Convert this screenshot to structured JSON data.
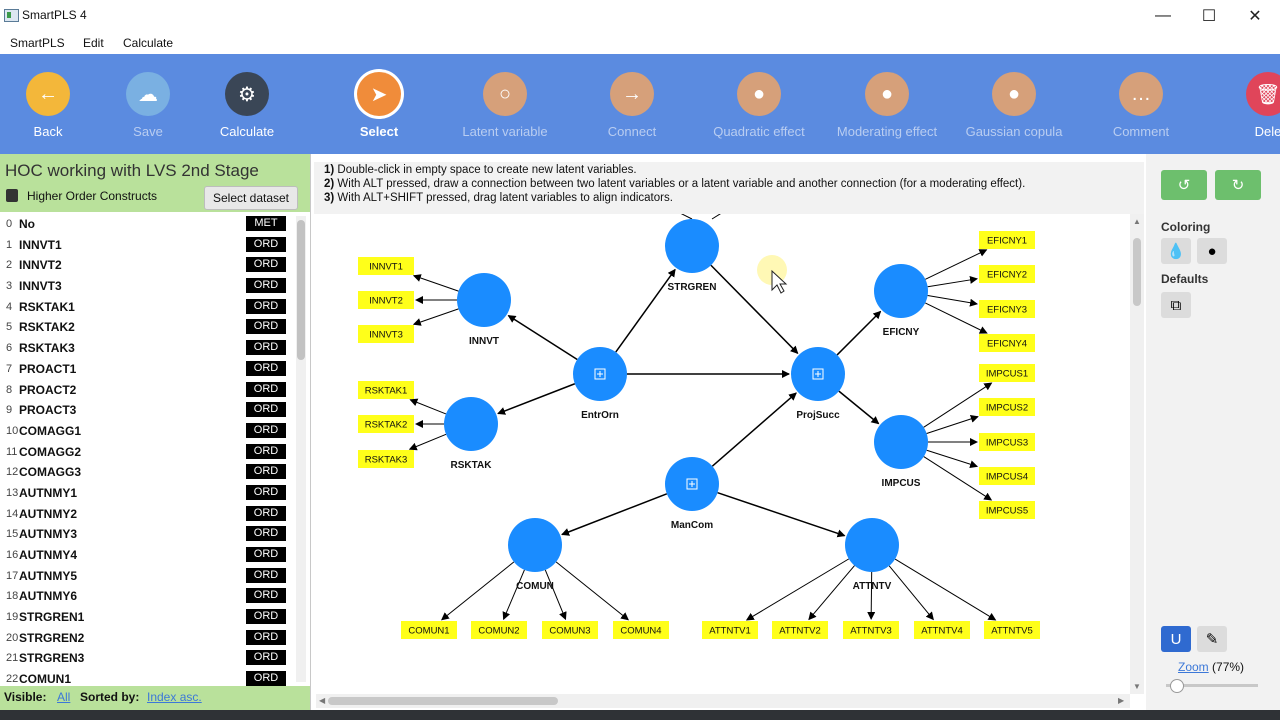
{
  "window": {
    "title": "SmartPLS 4"
  },
  "menu": [
    "SmartPLS",
    "Edit",
    "Calculate"
  ],
  "toolbar": [
    {
      "label": "Back",
      "icon": "back-arrow-icon",
      "glyph": "←",
      "color": "#f3b73a",
      "state": "enabled"
    },
    {
      "label": "Save",
      "icon": "cloud-upload-icon",
      "glyph": "☁",
      "color": "#7ab0e2",
      "state": "disabled"
    },
    {
      "label": "Calculate",
      "icon": "gear-icon",
      "glyph": "⚙",
      "color": "#3a4656",
      "state": "enabled"
    },
    {
      "label": "Select",
      "icon": "cursor-icon",
      "glyph": "➤",
      "color": "#f08c3a",
      "state": "active"
    },
    {
      "label": "Latent variable",
      "icon": "circle-icon",
      "glyph": "○",
      "color": "#d6a07a",
      "state": "disabled"
    },
    {
      "label": "Connect",
      "icon": "arrow-right-icon",
      "glyph": "→",
      "color": "#d6a07a",
      "state": "disabled"
    },
    {
      "label": "Quadratic effect",
      "icon": "person-icon",
      "glyph": "●",
      "color": "#d6a07a",
      "state": "disabled"
    },
    {
      "label": "Moderating effect",
      "icon": "person-icon",
      "glyph": "●",
      "color": "#d6a07a",
      "state": "disabled"
    },
    {
      "label": "Gaussian copula",
      "icon": "group-icon",
      "glyph": "●",
      "color": "#d6a07a",
      "state": "disabled"
    },
    {
      "label": "Comment",
      "icon": "comment-icon",
      "glyph": "…",
      "color": "#d6a07a",
      "state": "disabled"
    },
    {
      "label": "Dele",
      "icon": "trash-icon",
      "glyph": "🗑",
      "color": "#e0455a",
      "state": "enabled"
    }
  ],
  "left_panel": {
    "title": "HOC working with LVS 2nd Stage",
    "subtitle": "Higher Order Constructs",
    "select_dataset": "Select dataset",
    "indicators": [
      {
        "idx": "0",
        "name": "No",
        "type": "MET"
      },
      {
        "idx": "1",
        "name": "INNVT1",
        "type": "ORD"
      },
      {
        "idx": "2",
        "name": "INNVT2",
        "type": "ORD"
      },
      {
        "idx": "3",
        "name": "INNVT3",
        "type": "ORD"
      },
      {
        "idx": "4",
        "name": "RSKTAK1",
        "type": "ORD"
      },
      {
        "idx": "5",
        "name": "RSKTAK2",
        "type": "ORD"
      },
      {
        "idx": "6",
        "name": "RSKTAK3",
        "type": "ORD"
      },
      {
        "idx": "7",
        "name": "PROACT1",
        "type": "ORD"
      },
      {
        "idx": "8",
        "name": "PROACT2",
        "type": "ORD"
      },
      {
        "idx": "9",
        "name": "PROACT3",
        "type": "ORD"
      },
      {
        "idx": "10",
        "name": "COMAGG1",
        "type": "ORD"
      },
      {
        "idx": "11",
        "name": "COMAGG2",
        "type": "ORD"
      },
      {
        "idx": "12",
        "name": "COMAGG3",
        "type": "ORD"
      },
      {
        "idx": "13",
        "name": "AUTNMY1",
        "type": "ORD"
      },
      {
        "idx": "14",
        "name": "AUTNMY2",
        "type": "ORD"
      },
      {
        "idx": "15",
        "name": "AUTNMY3",
        "type": "ORD"
      },
      {
        "idx": "16",
        "name": "AUTNMY4",
        "type": "ORD"
      },
      {
        "idx": "17",
        "name": "AUTNMY5",
        "type": "ORD"
      },
      {
        "idx": "18",
        "name": "AUTNMY6",
        "type": "ORD"
      },
      {
        "idx": "19",
        "name": "STRGREN1",
        "type": "ORD"
      },
      {
        "idx": "20",
        "name": "STRGREN2",
        "type": "ORD"
      },
      {
        "idx": "21",
        "name": "STRGREN3",
        "type": "ORD"
      },
      {
        "idx": "22",
        "name": "COMUN1",
        "type": "ORD"
      }
    ],
    "footer": {
      "visible_label": "Visible:",
      "visible_value": "All",
      "sorted_label": "Sorted by:",
      "sorted_value": "Index asc."
    }
  },
  "instructions": [
    {
      "num": "1)",
      "text": " Double-click in empty space to create new latent variables."
    },
    {
      "num": "2)",
      "text": " With ALT pressed, draw a connection between two latent variables or a latent variable and another connection (for a moderating effect)."
    },
    {
      "num": "3)",
      "text": " With ALT+SHIFT pressed, drag latent variables to align indicators."
    }
  ],
  "model": {
    "constructs": [
      {
        "id": "STRGREN",
        "label": "STRGREN",
        "higher_order": false
      },
      {
        "id": "INNVT",
        "label": "INNVT",
        "higher_order": false
      },
      {
        "id": "EntrOrn",
        "label": "EntrOrn",
        "higher_order": true
      },
      {
        "id": "RSKTAK",
        "label": "RSKTAK",
        "higher_order": false
      },
      {
        "id": "ProjSucc",
        "label": "ProjSucc",
        "higher_order": true
      },
      {
        "id": "EFICNY",
        "label": "EFICNY",
        "higher_order": false
      },
      {
        "id": "IMPCUS",
        "label": "IMPCUS",
        "higher_order": false
      },
      {
        "id": "ManCom",
        "label": "ManCom",
        "higher_order": true
      },
      {
        "id": "COMUN",
        "label": "COMUN",
        "higher_order": false
      },
      {
        "id": "ATTNTV",
        "label": "ATTNTV",
        "higher_order": false
      }
    ],
    "indicators": [
      {
        "label": "INNVT1",
        "construct": "INNVT"
      },
      {
        "label": "INNVT2",
        "construct": "INNVT"
      },
      {
        "label": "INNVT3",
        "construct": "INNVT"
      },
      {
        "label": "RSKTAK1",
        "construct": "RSKTAK"
      },
      {
        "label": "RSKTAK2",
        "construct": "RSKTAK"
      },
      {
        "label": "RSKTAK3",
        "construct": "RSKTAK"
      },
      {
        "label": "EFICNY1",
        "construct": "EFICNY"
      },
      {
        "label": "EFICNY2",
        "construct": "EFICNY"
      },
      {
        "label": "EFICNY3",
        "construct": "EFICNY"
      },
      {
        "label": "EFICNY4",
        "construct": "EFICNY"
      },
      {
        "label": "IMPCUS1",
        "construct": "IMPCUS"
      },
      {
        "label": "IMPCUS2",
        "construct": "IMPCUS"
      },
      {
        "label": "IMPCUS3",
        "construct": "IMPCUS"
      },
      {
        "label": "IMPCUS4",
        "construct": "IMPCUS"
      },
      {
        "label": "IMPCUS5",
        "construct": "IMPCUS"
      },
      {
        "label": "COMUN1",
        "construct": "COMUN"
      },
      {
        "label": "COMUN2",
        "construct": "COMUN"
      },
      {
        "label": "COMUN3",
        "construct": "COMUN"
      },
      {
        "label": "COMUN4",
        "construct": "COMUN"
      },
      {
        "label": "ATTNTV1",
        "construct": "ATTNTV"
      },
      {
        "label": "ATTNTV2",
        "construct": "ATTNTV"
      },
      {
        "label": "ATTNTV3",
        "construct": "ATTNTV"
      },
      {
        "label": "ATTNTV4",
        "construct": "ATTNTV"
      },
      {
        "label": "ATTNTV5",
        "construct": "ATTNTV"
      }
    ],
    "paths": [
      {
        "from": "EntrOrn",
        "to": "INNVT"
      },
      {
        "from": "EntrOrn",
        "to": "RSKTAK"
      },
      {
        "from": "EntrOrn",
        "to": "STRGREN"
      },
      {
        "from": "EntrOrn",
        "to": "ProjSucc"
      },
      {
        "from": "STRGREN",
        "to": "ProjSucc"
      },
      {
        "from": "ManCom",
        "to": "ProjSucc"
      },
      {
        "from": "ProjSucc",
        "to": "EFICNY"
      },
      {
        "from": "ProjSucc",
        "to": "IMPCUS"
      },
      {
        "from": "ManCom",
        "to": "COMUN"
      },
      {
        "from": "ManCom",
        "to": "ATTNTV"
      }
    ]
  },
  "right_panel": {
    "coloring_label": "Coloring",
    "defaults_label": "Defaults",
    "zoom_link": "Zoom",
    "zoom_value": " (77%)",
    "zoom_percent": 77
  },
  "colors": {
    "toolbar_bg": "#5b8be0",
    "panel_green": "#b9e19b",
    "construct_blue": "#1a8cff",
    "indicator_yellow": "#ffff1a",
    "undo_green": "#6dbf6d"
  }
}
